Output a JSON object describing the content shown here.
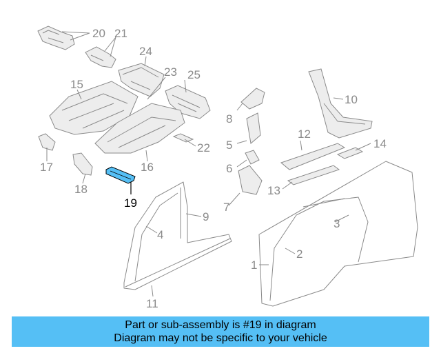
{
  "highlight_color": "#55bff5",
  "part_numbers": [
    "20",
    "21",
    "24",
    "23",
    "25",
    "15",
    "10",
    "8",
    "12",
    "5",
    "14",
    "22",
    "16",
    "17",
    "6",
    "18",
    "13",
    "7",
    "9",
    "3",
    "4",
    "2",
    "1",
    "11"
  ],
  "highlighted_part": "19",
  "banner": {
    "line1": "Part or sub-assembly is #19 in diagram",
    "line2": "Diagram may not be specific to your vehicle"
  }
}
